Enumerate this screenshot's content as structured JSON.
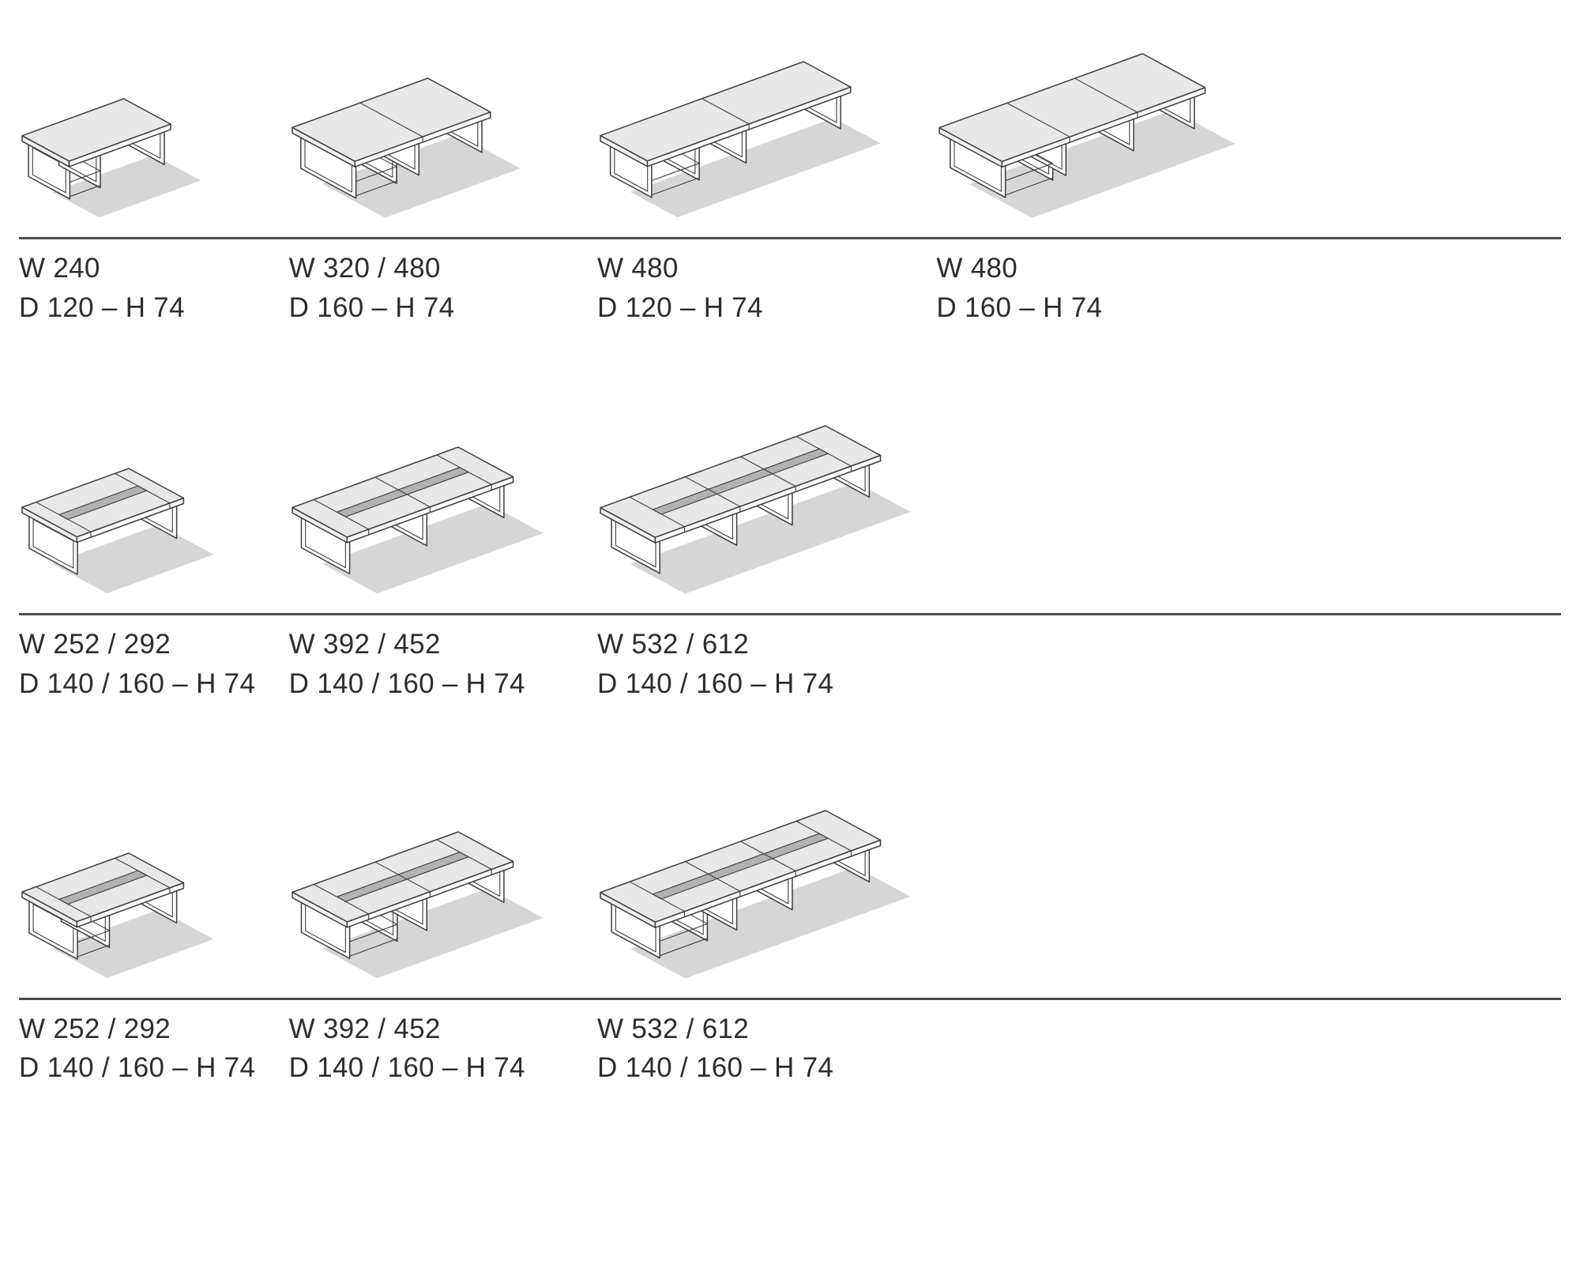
{
  "colors": {
    "line": "#3d3d3d",
    "top_face": "#e8e8e8",
    "front_face": "#fafafa",
    "left_face": "#efefef",
    "channel": "#b2b2b2",
    "shadow": "#d6d6d6",
    "rule": "#4d4d4d",
    "text": "#2d2d2d"
  },
  "rows": [
    {
      "items": [
        {
          "label_w": "W 240",
          "label_dh": "D 120 – H 74",
          "illustration": {
            "kind": "isometric-table",
            "segments": 1,
            "center_channel": false,
            "end_storage": true
          }
        },
        {
          "label_w": "W 320 / 480",
          "label_dh": "D 160 – H 74",
          "illustration": {
            "kind": "isometric-table",
            "segments": 2,
            "center_channel": false,
            "end_storage": true
          }
        },
        {
          "label_w": "W 480",
          "label_dh": "D 120 – H 74",
          "illustration": {
            "kind": "isometric-table",
            "segments": 2,
            "center_channel": false,
            "end_storage": true
          }
        },
        {
          "label_w": "W 480",
          "label_dh": "D 160 – H 74",
          "illustration": {
            "kind": "isometric-table",
            "segments": 3,
            "center_channel": false,
            "end_storage": true
          }
        }
      ]
    },
    {
      "items": [
        {
          "label_w": "W 252 / 292",
          "label_dh": "D 140 / 160 – H 74",
          "illustration": {
            "kind": "isometric-table",
            "segments": 1,
            "center_channel": true,
            "end_storage": false
          }
        },
        {
          "label_w": "W 392 / 452",
          "label_dh": "D 140 / 160 – H 74",
          "illustration": {
            "kind": "isometric-table",
            "segments": 2,
            "center_channel": true,
            "end_storage": false
          }
        },
        {
          "label_w": "W 532 / 612",
          "label_dh": "D 140 / 160 – H 74",
          "illustration": {
            "kind": "isometric-table",
            "segments": 3,
            "center_channel": true,
            "end_storage": false
          }
        }
      ]
    },
    {
      "items": [
        {
          "label_w": "W 252 / 292",
          "label_dh": "D 140 / 160 – H 74",
          "illustration": {
            "kind": "isometric-table",
            "segments": 1,
            "center_channel": true,
            "end_storage": true
          }
        },
        {
          "label_w": "W 392 / 452",
          "label_dh": "D 140 / 160 – H 74",
          "illustration": {
            "kind": "isometric-table",
            "segments": 2,
            "center_channel": true,
            "end_storage": true
          }
        },
        {
          "label_w": "W 532 / 612",
          "label_dh": "D 140 / 160 – H 74",
          "illustration": {
            "kind": "isometric-table",
            "segments": 3,
            "center_channel": true,
            "end_storage": true
          }
        }
      ]
    }
  ]
}
